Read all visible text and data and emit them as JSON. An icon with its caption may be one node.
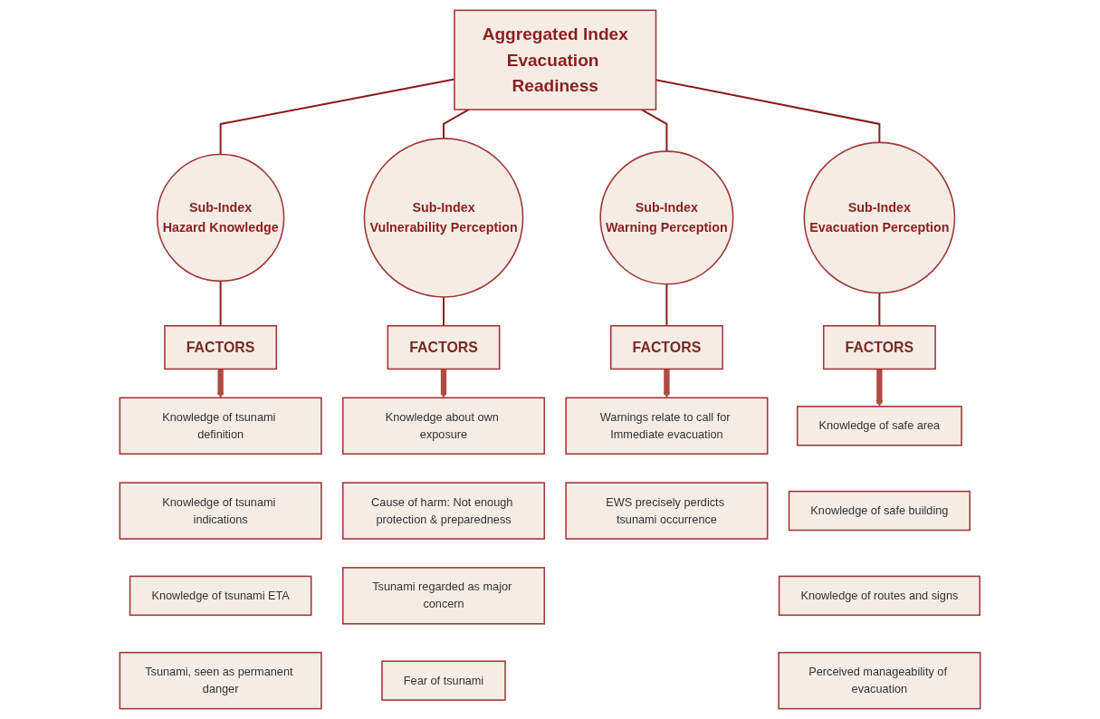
{
  "diagram": {
    "nodes": [
      {
        "text": [
          "Aggregated Index",
          "Evacuation Readiness"
        ]
      },
      {
        "text": [
          "Sub-Index",
          "Hazard Knowledge"
        ]
      },
      {
        "text": [
          "Sub-Index",
          "Vulnerability Perception"
        ]
      },
      {
        "text": [
          "Sub-Index",
          "Warning Perception"
        ]
      },
      {
        "text": [
          "Sub-Index",
          "Evacuation Perception"
        ]
      },
      {
        "text": [
          "FACTORS"
        ]
      },
      {
        "text": [
          "FACTORS"
        ]
      },
      {
        "text": [
          "FACTORS"
        ]
      },
      {
        "text": [
          "FACTORS"
        ]
      },
      {
        "text": [
          "Knowledge of tsunami definition"
        ]
      },
      {
        "text": [
          "Knowledge of tsunami indications"
        ]
      },
      {
        "text": [
          "Knowledge of tsunami ETA"
        ]
      },
      {
        "text": [
          "Tsunami, seen as permanent danger"
        ]
      },
      {
        "text": [
          "Knowledge about own exposure"
        ]
      },
      {
        "text": [
          "Cause of harm: Not enough protection & preparedness"
        ]
      },
      {
        "text": [
          "Tsunami regarded as major concern"
        ]
      },
      {
        "text": [
          "Fear of tsunami"
        ]
      },
      {
        "text": [
          "Warnings relate to call for Immediate evacuation"
        ]
      },
      {
        "text": [
          "EWS precisely perdicts tsunami occurrence"
        ]
      },
      {
        "text": [
          "Knowledge of safe area"
        ]
      },
      {
        "text": [
          "Knowledge of safe building"
        ]
      },
      {
        "text": [
          "Knowledge of routes and signs"
        ]
      },
      {
        "text": [
          "Perceived manageability of evacuation"
        ]
      }
    ],
    "edges": [
      {
        "from": 0,
        "to": 1,
        "arrow": "none"
      },
      {
        "from": 0,
        "to": 2,
        "arrow": "none"
      },
      {
        "from": 0,
        "to": 3,
        "arrow": "none"
      },
      {
        "from": 0,
        "to": 4,
        "arrow": "none"
      },
      {
        "from": 1,
        "to": 5,
        "arrow": "none"
      },
      {
        "from": 2,
        "to": 6,
        "arrow": "none"
      },
      {
        "from": 3,
        "to": 7,
        "arrow": "none"
      },
      {
        "from": 4,
        "to": 8,
        "arrow": "none"
      },
      {
        "from": 5,
        "to": 9,
        "arrow": "to",
        "style": "thick",
        "color": "#b04a45"
      },
      {
        "from": 6,
        "to": 13,
        "arrow": "to",
        "style": "thick",
        "color": "#b04a45"
      },
      {
        "from": 7,
        "to": 17,
        "arrow": "to",
        "style": "thick",
        "color": "#b04a45"
      },
      {
        "from": 8,
        "to": 19,
        "arrow": "to",
        "style": "thick",
        "color": "#b04a45"
      }
    ]
  }
}
